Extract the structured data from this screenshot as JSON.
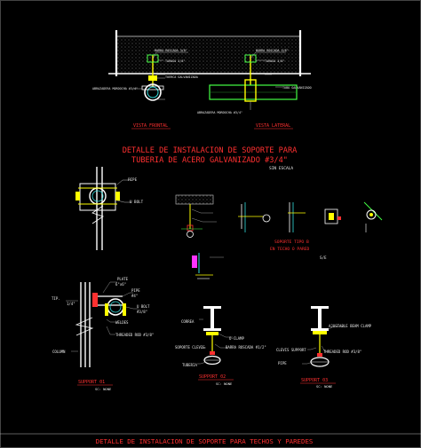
{
  "titles": {
    "main_line1": "DETALLE DE INSTALACION DE SOPORTE PARA",
    "main_line2": "TUBERIA DE ACERO GALVANIZADO #3/4\"",
    "scale": "SIN ESCALA",
    "footer": "DETALLE DE INSTALACION DE SOPORTE PARA TECHOS Y PAREDES"
  },
  "views": {
    "frontal": "VISTA FRONTAL",
    "lateral": "VISTA LATERAL"
  },
  "top_labels": {
    "barra_roscada_front": "BARRA ROSCADA 3/8\"",
    "tarugo_front": "TARUGO 3/8\"",
    "tuerca_front": "TUERCA GALVANIZADA",
    "abrazadera_front": "ABRAZADERA MORDOCHA #3/4\"",
    "barra_roscada_lat": "BARRA ROSCADA 3/8\"",
    "tarugo_lat": "TARUGO 3/8\"",
    "tubo_lat": "TUBO GALVANIZADO",
    "abrazadera_lat": "ABRAZADERA MORDOCHA #3/4\""
  },
  "mid_labels": {
    "pipe": "PIPE",
    "u_bolt": "U BOLT",
    "soporte_tipo_b": "SOPORTE TIPO B",
    "en_techo": "EN TECHO O PARED",
    "scale_b": "S/E"
  },
  "support01": {
    "plate": "PLATE",
    "plate_size": "6\"x6\"",
    "pipe": "PIPE",
    "pipe_size": "#4\"",
    "u_bolt": "U BOLT",
    "u_bolt_size": "#3/8\"",
    "weldes": "WELDES",
    "threaded_rod": "THREADED ROD #3/8\"",
    "column": "COLUMN",
    "tip": "TIP.",
    "tip_size": "1/4\"",
    "title": "SUPPORT 01",
    "scale": "SC: NONE"
  },
  "support02": {
    "correa": "CORREA",
    "o_clamp": "O-CLAMP",
    "soporte_clevis": "SOPORTE CLEVIS",
    "barra_roscada": "BARRA ROSCADA #1/2\"",
    "tuberia": "TUBERIA",
    "title": "SUPPORT 02",
    "scale": "SC: NONE"
  },
  "support03": {
    "beam_clamp": "AJUSTABLE BEAM CLAMP",
    "clevis": "CLEVIS SUPPORT",
    "threaded_rod": "THREADED ROD #3/8\"",
    "pipe": "PIPE",
    "title": "SUPPORT 03",
    "scale": "SC: NONE"
  },
  "colors": {
    "background": "#000000",
    "line": "#d8d8d8",
    "red": "#ff3030",
    "yellow": "#ffff00",
    "green": "#44ff44",
    "cyan": "#33dddd",
    "magenta": "#ff33ff"
  }
}
